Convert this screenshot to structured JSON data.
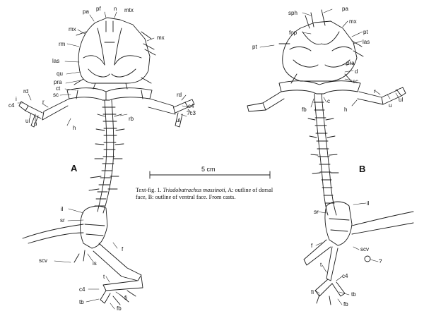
{
  "caption": {
    "lead": "Text-fig. 1.",
    "species": "Triadobatrachus massinoti,",
    "body": "A: outline of dorsal face, B: outline of ventral face. From casts."
  },
  "scale_bar": {
    "label": "5 cm"
  },
  "panel_a": {
    "letter": "A",
    "labels": {
      "pa": "pa",
      "pf": "pf",
      "n": "n",
      "mtx": "mtx",
      "mx_left": "mx",
      "mx_right": "mx",
      "rm": "rm",
      "las": "las",
      "qu": "qu",
      "pra": "pra",
      "ct": "ct",
      "sc": "sc",
      "rd_left": "rd",
      "i": "i",
      "c4_left": "c4",
      "r": "r",
      "ul_left": "ul",
      "u": "u",
      "h": "h",
      "rd_right": "rd",
      "c4_right": "c4",
      "c3": "?c3",
      "ul_right": "ul",
      "rb": "rb",
      "il": "il",
      "sr": "sr",
      "f": "f",
      "scv": "scv",
      "is": "is",
      "t": "t",
      "c4_foot": "c4",
      "fi": "fi",
      "tb": "tb",
      "fb": "fb"
    }
  },
  "panel_b": {
    "letter": "B",
    "labels": {
      "pa": "pa",
      "sph": "sph",
      "mx": "mx",
      "fop": "fop",
      "pt_left": "pt",
      "pt_right": "pt",
      "las": "las",
      "pra": "pra",
      "d": "d",
      "sc": "sc",
      "fb_top": "fb",
      "c": "c",
      "h": "h",
      "r": "r",
      "u": "u",
      "ul": "ul",
      "il": "il",
      "sr": "sr",
      "f": "f",
      "scv": "scv",
      "q": "?",
      "t": "t",
      "c4": "c4",
      "fi": "fi",
      "tb": "tb",
      "fb_foot": "fb"
    }
  }
}
